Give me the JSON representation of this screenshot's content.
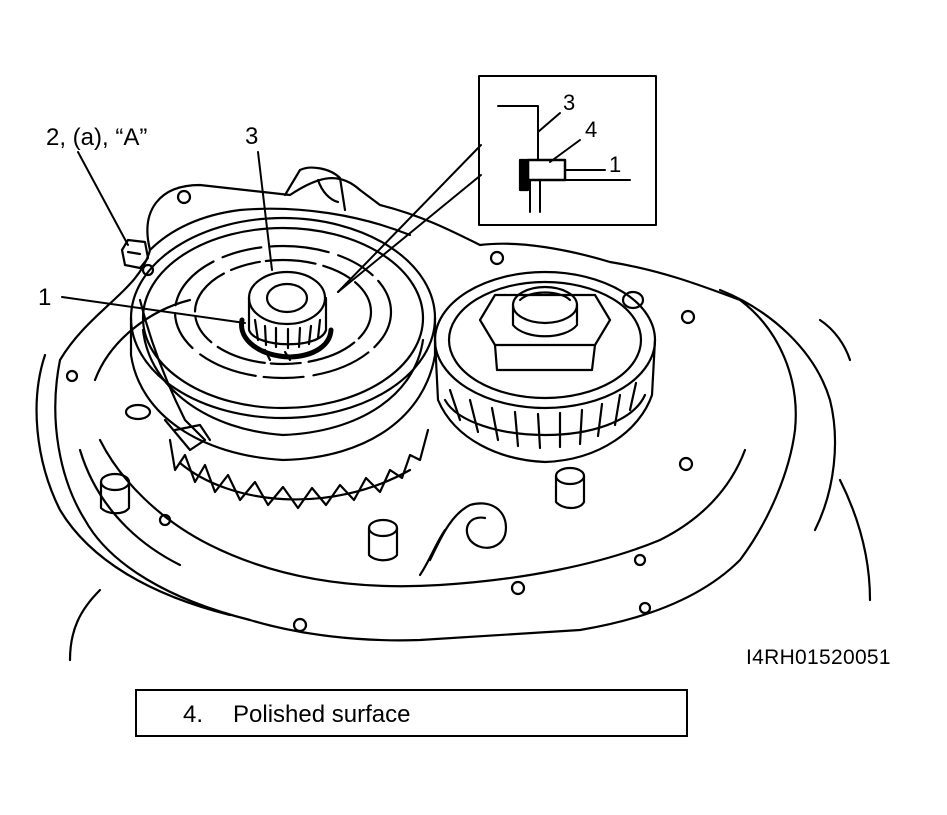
{
  "callouts": {
    "c1": "1",
    "c2": "2, (a), “A”",
    "c3": "3"
  },
  "inset": {
    "i3": "3",
    "i4": "4",
    "i1": "1"
  },
  "figure_id": "I4RH01520051",
  "legend": {
    "number": "4.",
    "text": "Polished surface"
  }
}
